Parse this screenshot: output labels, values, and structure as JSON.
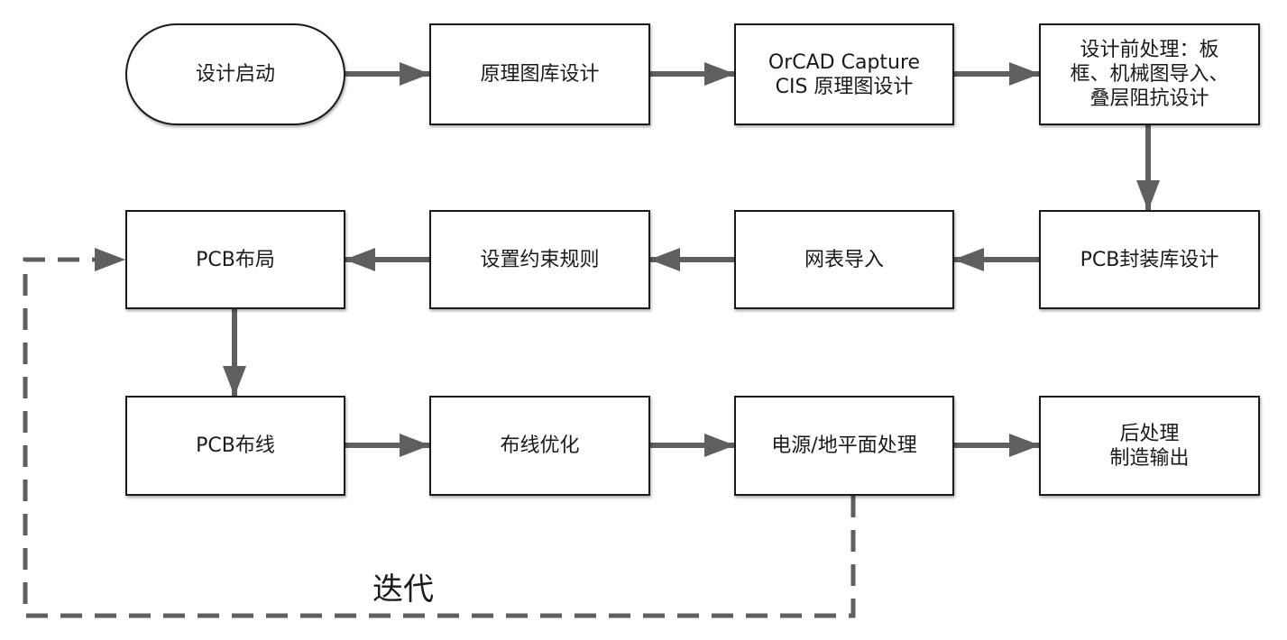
{
  "nodes": {
    "start": "设计启动",
    "schematic_lib": "原理图库设计",
    "orcad": "OrCAD Capture\nCIS 原理图设计",
    "pre_process": "设计前处理：板\n框、机械图导入、\n叠层阻抗设计",
    "pcb_footprint": "PCB封装库设计",
    "netlist_import": "网表导入",
    "constraints": "设置约束规则",
    "pcb_placement": "PCB布局",
    "pcb_routing": "PCB布线",
    "routing_opt": "布线优化",
    "power_ground": "电源/地平面处理",
    "post_process": "后处理\n制造输出"
  },
  "loop_label": "迭代",
  "colors": {
    "arrow": "#5f5f5f",
    "box_border": "#1a1a1a",
    "text": "#1a1a1a"
  }
}
